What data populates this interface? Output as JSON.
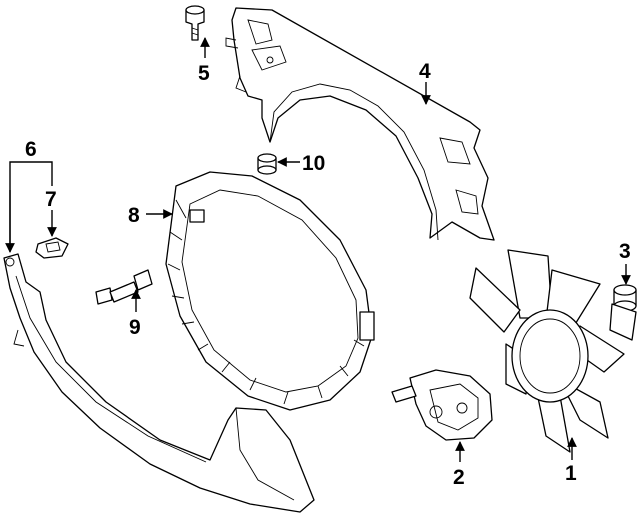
{
  "colors": {
    "line": "#000000",
    "background": "#ffffff"
  },
  "callouts": {
    "c1": "1",
    "c2": "2",
    "c3": "3",
    "c4": "4",
    "c5": "5",
    "c6": "6",
    "c7": "7",
    "c8": "8",
    "c9": "9",
    "c10": "10"
  }
}
